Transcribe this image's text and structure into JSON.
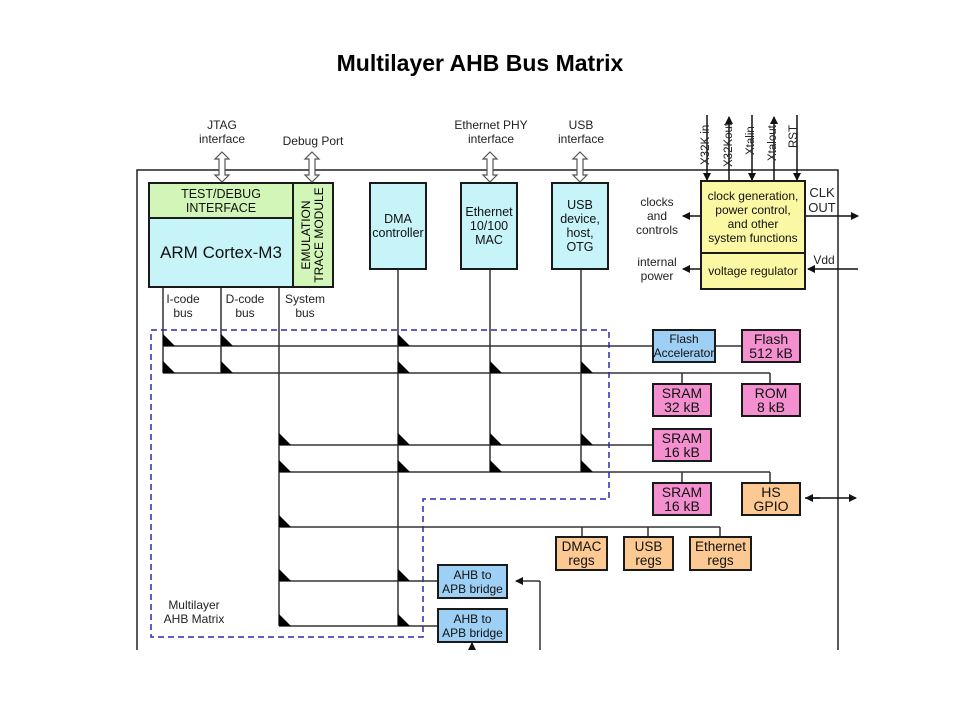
{
  "title": "Multilayer AHB Bus Matrix",
  "external_interfaces": {
    "jtag": "JTAG\ninterface",
    "debug_port": "Debug Port",
    "ethernet_phy": "Ethernet PHY\ninterface",
    "usb": "USB\ninterface"
  },
  "cpu": {
    "test_debug": "TEST/DEBUG\nINTERFACE",
    "core": "ARM Cortex-M3",
    "emulation": "EMULATION\nTRACE MODULE",
    "buses": [
      "I-code\nbus",
      "D-code\nbus",
      "System\nbus"
    ]
  },
  "masters": [
    {
      "label": "DMA\ncontroller"
    },
    {
      "label": "Ethernet\n10/100\nMAC"
    },
    {
      "label": "USB\ndevice,\nhost,\nOTG"
    }
  ],
  "clock_block": {
    "pins": [
      "X32K in",
      "X32Kout",
      "Xtalin",
      "Xtalout",
      "RST"
    ],
    "main": "clock generation,\npower control,\nand other\nsystem functions",
    "regulator": "voltage regulator",
    "left_out_1": "clocks\nand\ncontrols",
    "left_out_2": "internal\npower",
    "right_out": "CLK\nOUT",
    "right_in": "Vdd"
  },
  "slaves": {
    "flash_accel": "Flash\nAccelerator",
    "flash": "Flash\n512 kB",
    "sram32": "SRAM\n32 kB",
    "rom": "ROM\n8 kB",
    "sram16a": "SRAM\n16 kB",
    "sram16b": "SRAM\n16 kB",
    "hs_gpio": "HS\nGPIO",
    "dmac_regs": "DMAC\nregs",
    "usb_regs": "USB\nregs",
    "eth_regs": "Ethernet\nregs",
    "apb1": "AHB to\nAPB bridge",
    "apb2": "AHB to\nAPB bridge"
  },
  "matrix_label": "Multilayer\nAHB Matrix",
  "colors": {
    "cpu": "#c7f4f9",
    "debug": "#d2f5b8",
    "clock": "#fbf8a3",
    "memory": "#f48fd0",
    "peripheral": "#fbc991",
    "bridge": "#9ecff5",
    "matrix_border": "#2a2ab0"
  }
}
